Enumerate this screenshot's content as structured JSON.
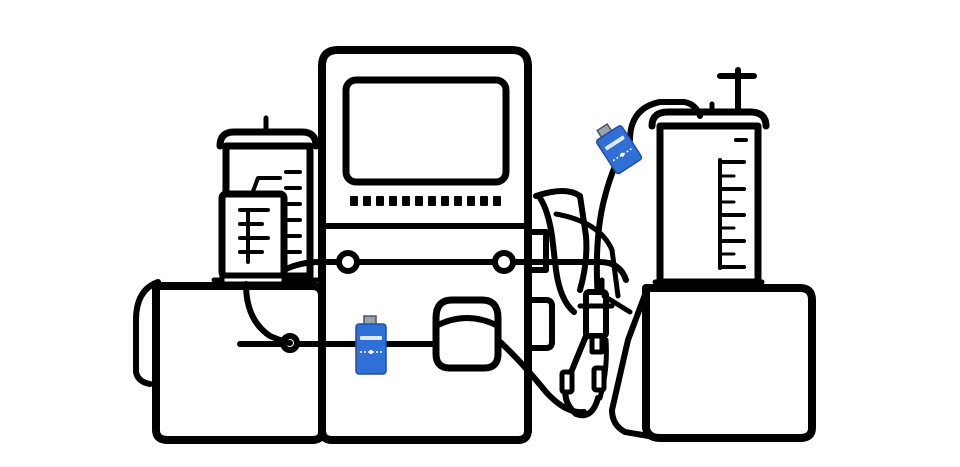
{
  "diagram": {
    "colors": {
      "outline": "#000000",
      "background": "#ffffff",
      "sensor_blue": "#2f6fd6",
      "sensor_blue_dark": "#1f4fa8",
      "sensor_cap": "#9aa3ad"
    },
    "components": [
      "left-base-unit",
      "left-reservoir-vessel",
      "left-level-gauge",
      "central-console",
      "console-display-screen",
      "console-vent-strip",
      "peristaltic-pump-head",
      "right-base-unit",
      "right-graduated-vessel",
      "vessel-plunger",
      "tubing-manifold",
      "flow-sensor-lower",
      "flow-sensor-upper"
    ],
    "icons": [
      "flow-sensor-icon",
      "pump-head-icon",
      "graduated-vessel-icon"
    ]
  }
}
